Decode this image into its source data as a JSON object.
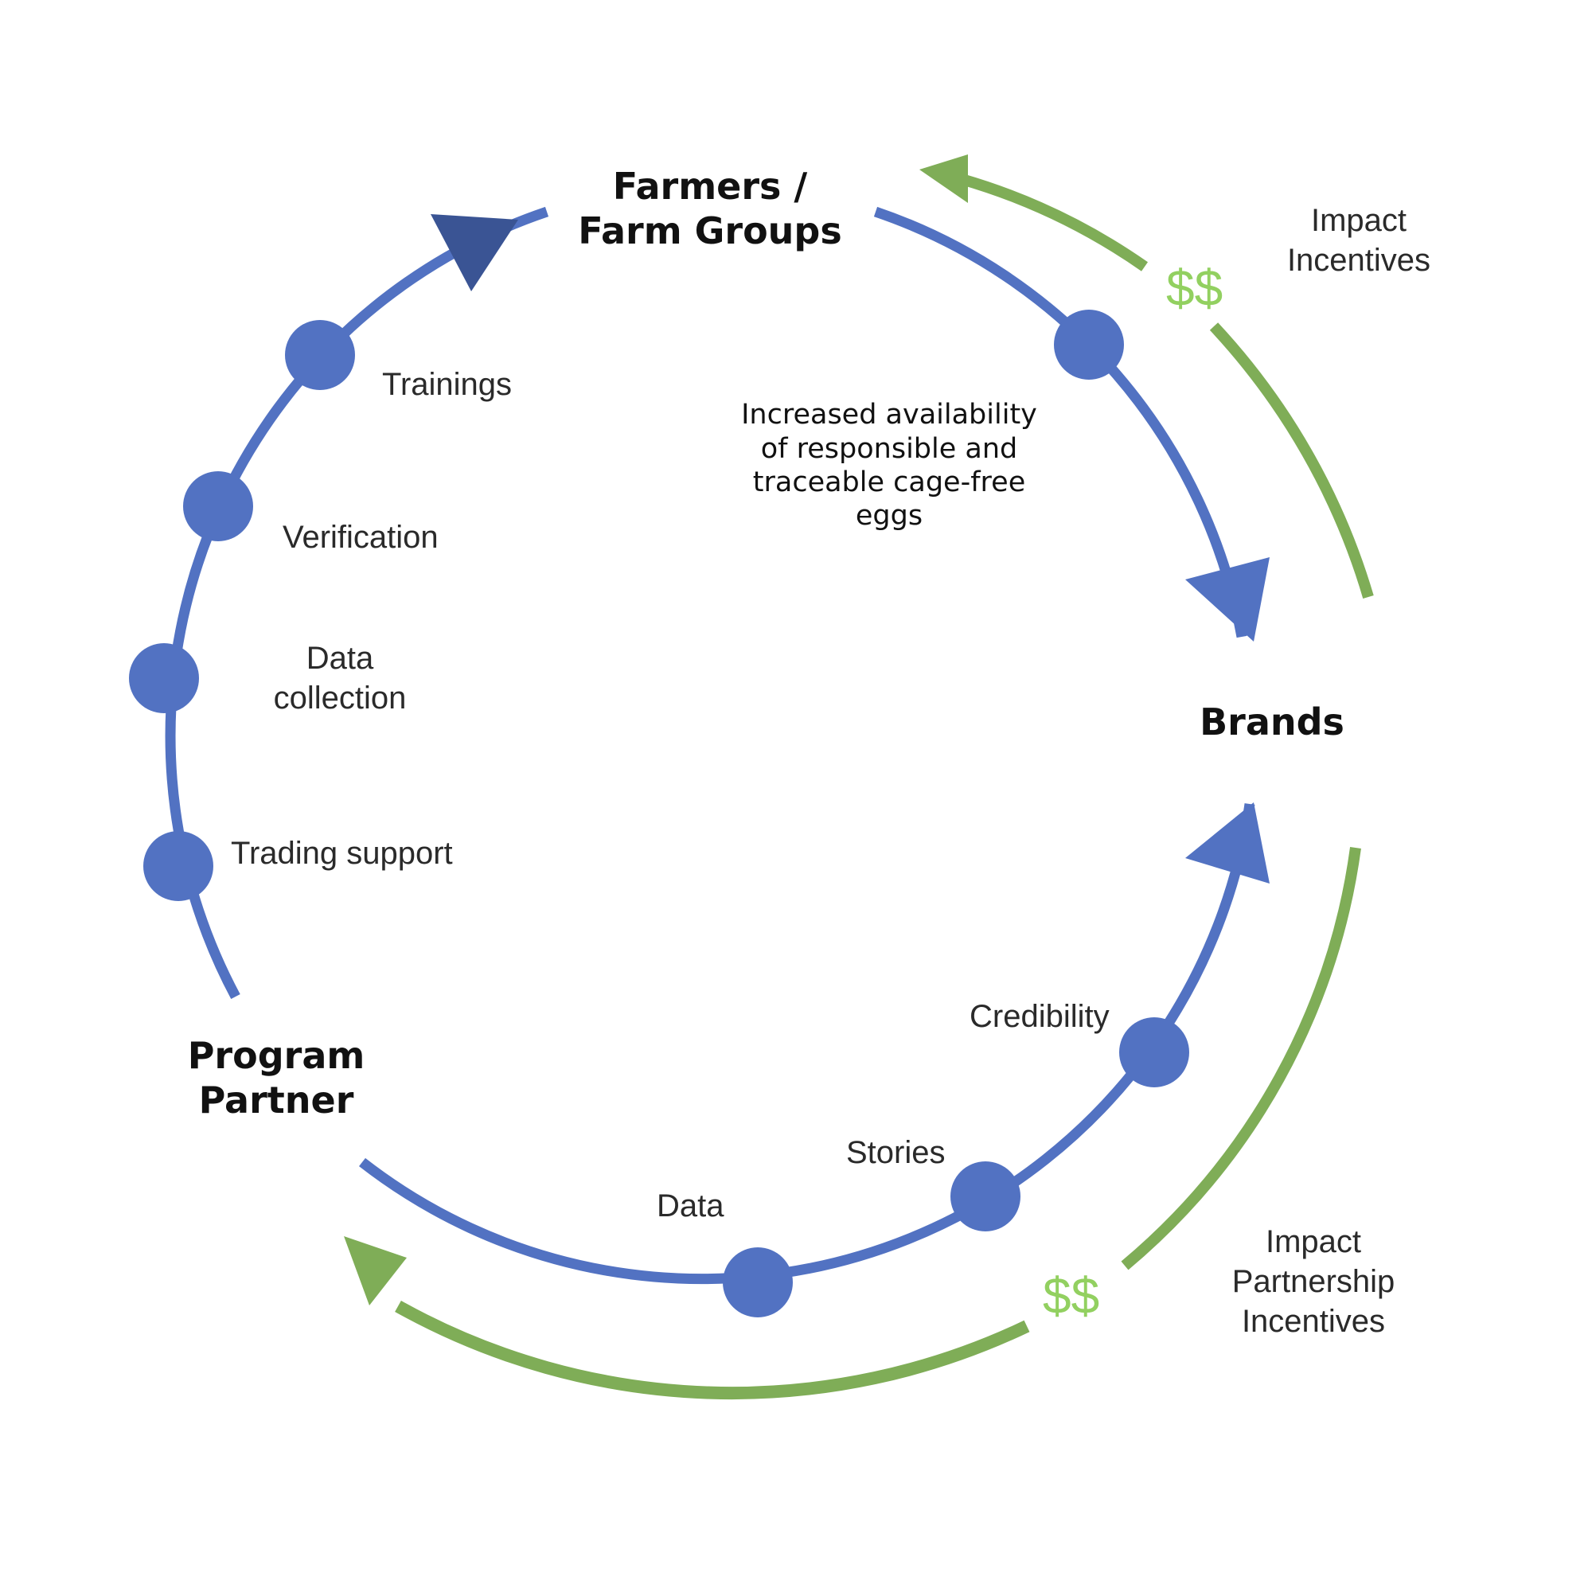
{
  "colors": {
    "flow_blue": "#5272c2",
    "arrow_dark_blue": "#3a5494",
    "incentive_green": "#7fad57",
    "money_green": "#92d060",
    "text": "#111111"
  },
  "nodes": {
    "farmers": {
      "line1": "Farmers /",
      "line2": "Farm Groups"
    },
    "brands": {
      "label": "Brands"
    },
    "program_partner": {
      "line1": "Program",
      "line2": "Partner"
    }
  },
  "farmer_steps": {
    "trainings": "Trainings",
    "verification": "Verification",
    "data_collection_1": "Data",
    "data_collection_2": "collection",
    "trading_support": "Trading support"
  },
  "brand_steps": {
    "credibility": "Credibility",
    "stories": "Stories",
    "data": "Data"
  },
  "supply_note": {
    "line1": "Increased availability",
    "line2": "of responsible and",
    "line3": "traceable cage-free",
    "line4": "eggs"
  },
  "incentives": {
    "impact": {
      "line1": "Impact",
      "line2": "Incentives",
      "money": "$$"
    },
    "partnership": {
      "line1": "Impact",
      "line2": "Partnership",
      "line3": "Incentives",
      "money": "$$"
    }
  },
  "icons": [
    "step-dot-icon",
    "flow-arrow-icon"
  ]
}
